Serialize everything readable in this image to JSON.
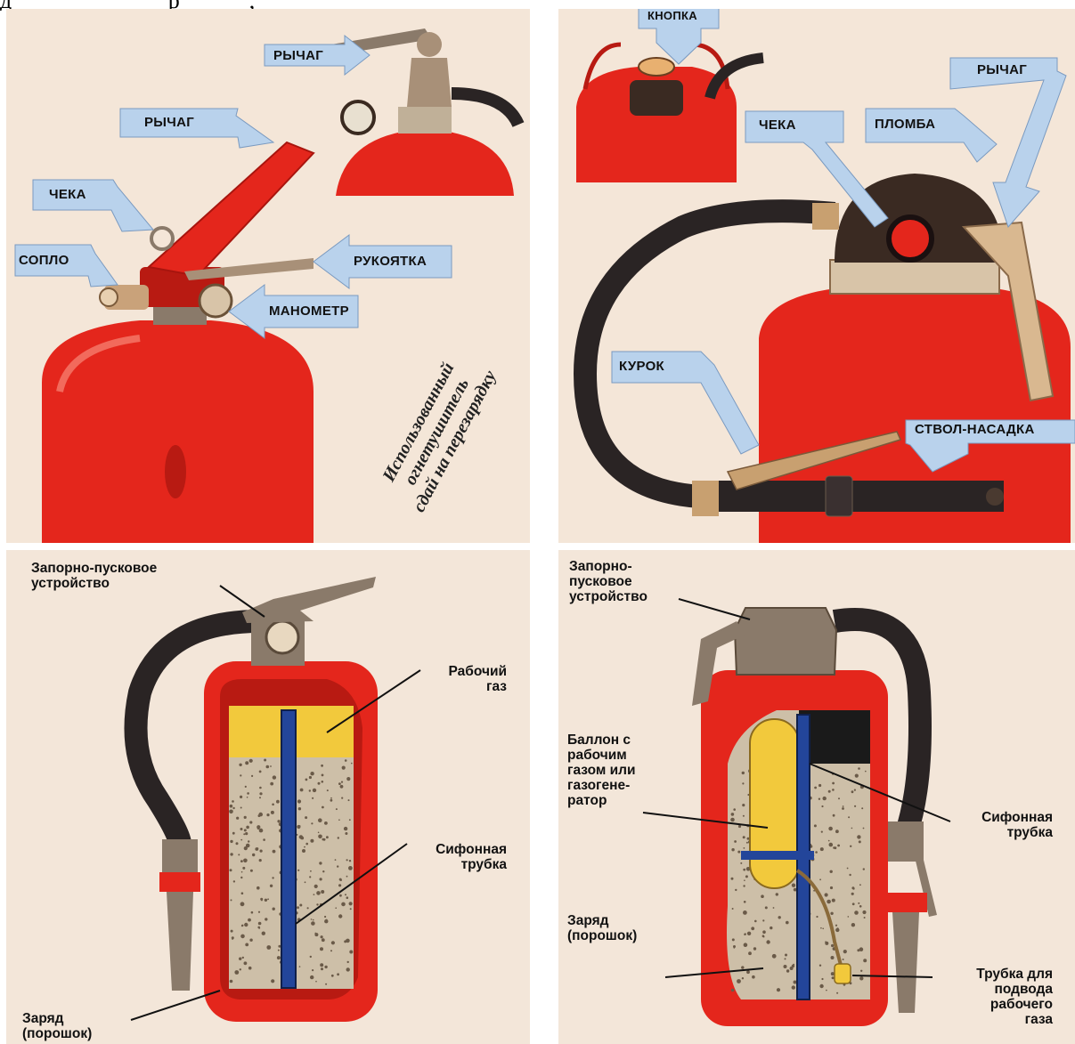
{
  "top_clip_text": "д                           р            ,",
  "panel1": {
    "labels": {
      "lever_top": "РЫЧАГ",
      "lever": "РЫЧАГ",
      "pin": "ЧЕКА",
      "nozzle": "СОПЛО",
      "handle": "РУКОЯТКА",
      "gauge": "МАНОМЕТР"
    },
    "slogan": "Использованный\nогнетушитель\nсдай на перезарядку"
  },
  "panel2": {
    "labels": {
      "button": "КНОПКА",
      "lever": "РЫЧАГ",
      "pin": "ЧЕКА",
      "seal": "ПЛОМБА",
      "trigger": "КУРОК",
      "barrel": "СТВОЛ-НАСАДКА"
    }
  },
  "panel3": {
    "labels": {
      "valve": "Запорно-пусковое\nустройство",
      "gas": "Рабочий\nгаз",
      "siphon": "Сифонная\nтрубка",
      "charge": "Заряд\n(порошок)"
    }
  },
  "panel4": {
    "labels": {
      "valve": "Запорно-\nпусковое\nустройство",
      "cylinder": "Баллон с\nрабочим\nгазом или\nгазогене-\nратор",
      "siphon": "Сифонная\nтрубка",
      "charge": "Заряд\n(порошок)",
      "gas_tube": "Трубка для\nподвода\nрабочего\nгаза"
    }
  },
  "colors": {
    "red": "#e4261c",
    "dark_red": "#b81a12",
    "arrow_blue": "#b9d2ec",
    "paper": "#f4e6d8",
    "hose": "#2a2424",
    "metal": "#8a7a6a",
    "powder": "#cdbfa8",
    "gas_yellow": "#f2c93c",
    "tube_blue": "#23459a"
  }
}
